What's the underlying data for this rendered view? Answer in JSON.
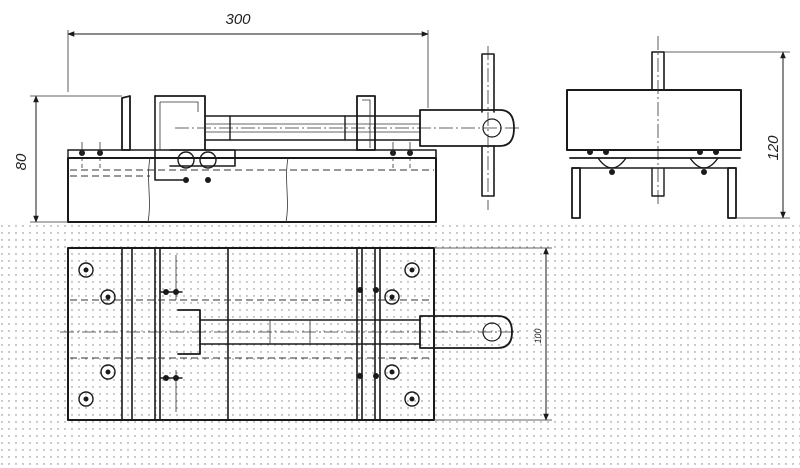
{
  "dimensions": {
    "length": "300",
    "height_front": "80",
    "height_side": "120",
    "width_plan": "100"
  }
}
